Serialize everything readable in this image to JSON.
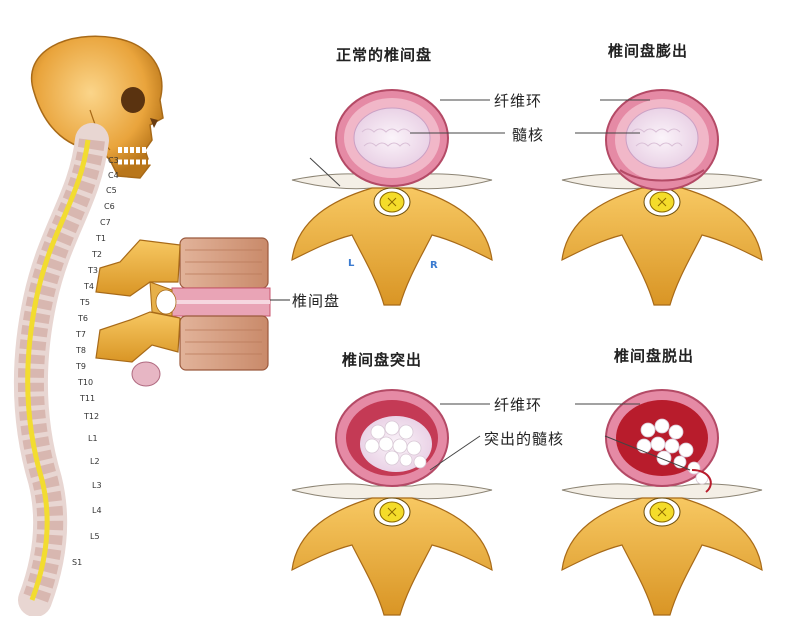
{
  "titles": {
    "normal": "正常的椎间盘",
    "bulge": "椎间盘膨出",
    "protrusion": "椎间盘突出",
    "extrusion": "椎间盘脱出"
  },
  "labels": {
    "annulus_top": "纤维环",
    "nucleus": "髓核",
    "disc": "椎间盘",
    "annulus_bottom": "纤维环",
    "protruding_nucleus": "突出的髓核",
    "left": "L",
    "right": "R"
  },
  "vertebra_labels": [
    "C3",
    "C4",
    "C5",
    "C6",
    "C7",
    "T1",
    "T2",
    "T3",
    "T4",
    "T5",
    "T6",
    "T7",
    "T8",
    "T9",
    "T10",
    "T11",
    "T12",
    "L1",
    "L2",
    "L3",
    "L4",
    "L5",
    "S1"
  ],
  "colors": {
    "bone": "#f0b64a",
    "bone_dark": "#c98a1f",
    "annulus": "#e58aa5",
    "annulus_outer": "#c9566f",
    "nucleus": "#f4e6f2",
    "cord": "#f6e03a",
    "torn": "#b81c2c"
  }
}
